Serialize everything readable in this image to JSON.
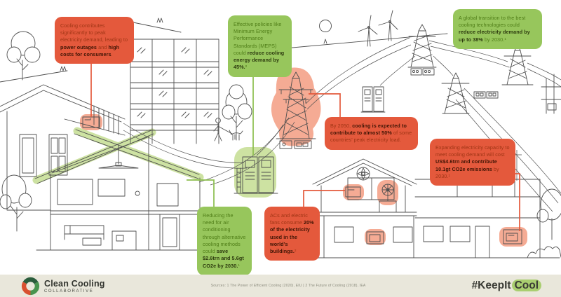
{
  "callouts": [
    {
      "name": "peak-demand",
      "style": "orange",
      "segments": [
        {
          "t": "Cooling contributes significantly to peak electricity demand, leading to "
        },
        {
          "t": "power outages",
          "b": true
        },
        {
          "t": " and "
        },
        {
          "t": "high costs for consumers",
          "b": true
        },
        {
          "t": "."
        }
      ]
    },
    {
      "name": "meps-policy",
      "style": "green",
      "segments": [
        {
          "t": "Effective policies like Minimum Energy Performance Standards (MEPS) could "
        },
        {
          "t": "reduce cooling energy demand by 45%.",
          "b": true
        },
        {
          "t": "²"
        }
      ]
    },
    {
      "name": "global-transition",
      "style": "green",
      "segments": [
        {
          "t": "A global transition to the best cooling technologies could "
        },
        {
          "t": "reduce electricity demand by up to 38%",
          "b": true
        },
        {
          "t": " by 2030.¹"
        }
      ]
    },
    {
      "name": "2050-peak-load",
      "style": "orange",
      "segments": [
        {
          "t": "By 2050, "
        },
        {
          "t": "cooling is expected to contribute to almost 50%",
          "b": true
        },
        {
          "t": " of some countries’ peak electricity load."
        }
      ]
    },
    {
      "name": "expanding-capacity",
      "style": "orange",
      "segments": [
        {
          "t": "Expanding electricity capacity to meet cooling demand will cost "
        },
        {
          "t": "US$4.6trn and contribute 10.1gt CO2e emissions",
          "b": true
        },
        {
          "t": " by 2030.¹"
        }
      ]
    },
    {
      "name": "reduce-need",
      "style": "green",
      "segments": [
        {
          "t": "Reducing the need for air conditioning through alternative cooling methods could "
        },
        {
          "t": "save $2.6trn and 5.6gt CO2e by 2030.",
          "b": true
        },
        {
          "t": "¹"
        }
      ]
    },
    {
      "name": "acs-fans",
      "style": "orange",
      "segments": [
        {
          "t": "ACs and electric fans consume "
        },
        {
          "t": "20% of the electricity used in the world’s buildings.",
          "b": true
        },
        {
          "t": "²"
        }
      ]
    }
  ],
  "footer": {
    "brand_line1": "Clean Cooling",
    "brand_line2": "COLLABORATIVE",
    "sources": "Sources: 1 The Power of Efficient Cooling (2020), EIU | 2 The Future of Cooling (2018), IEA",
    "hashtag_prefix": "#KeepIt",
    "hashtag_highlight": "Cool"
  },
  "colors": {
    "callout_orange": "#e4593c",
    "callout_green": "#97c65c",
    "highlight_orange": "#f5ab94",
    "highlight_green": "#cde2a2",
    "line_art": "#4f4f4f",
    "footer_bg": "#e9e7db",
    "hashtag_pill": "#a9ce70"
  },
  "scene_icons": [
    "sun-icon",
    "wind-turbine-icon",
    "transmission-tower-icon",
    "battery-storage-icon",
    "ceiling-fan-icon",
    "standing-fan-icon",
    "ac-unit-icon",
    "tree-icon",
    "person-dog-icon"
  ]
}
